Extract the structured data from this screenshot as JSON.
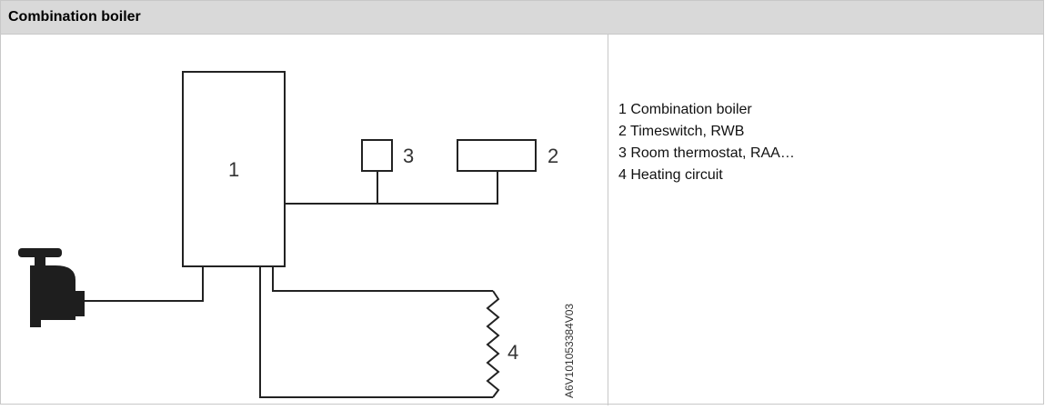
{
  "header": {
    "title": "Combination boiler"
  },
  "diagram": {
    "labels": {
      "boiler": "1",
      "timeswitch": "2",
      "thermostat": "3",
      "heating_circuit": "4"
    },
    "code": "A6V101053384V03"
  },
  "legend": {
    "items": [
      "1 Combination boiler",
      "2 Timeswitch, RWB",
      "3 Room thermostat, RAA…",
      "4 Heating circuit"
    ]
  }
}
